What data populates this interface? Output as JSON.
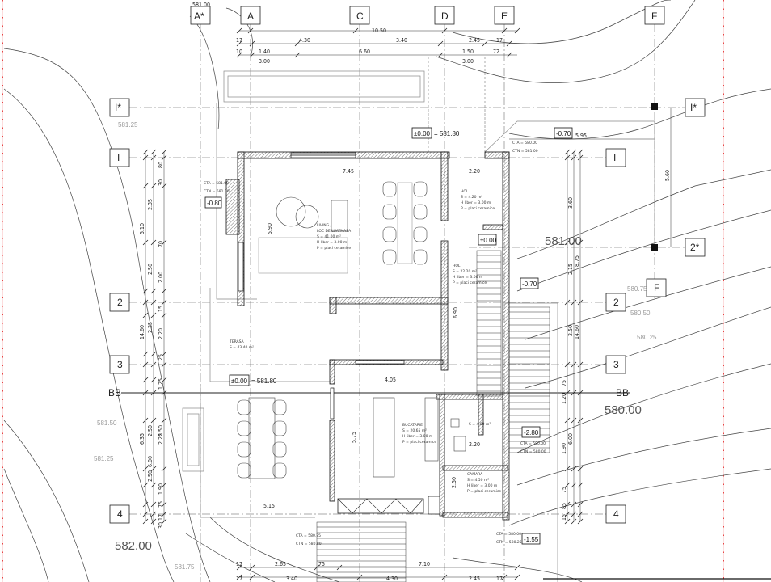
{
  "grid": {
    "cols_top": [
      "A*",
      "A",
      "C",
      "D",
      "E",
      "F"
    ],
    "rows_left": [
      "I*",
      "I",
      "2",
      "3",
      "BB",
      "4"
    ],
    "rows_right": [
      "I*",
      "I",
      "2*",
      "F",
      "2",
      "3",
      "BB",
      "4"
    ]
  },
  "top_dims": {
    "total": "10.50",
    "row1": [
      "17",
      "4.30",
      "3.40",
      "2.45",
      "17"
    ],
    "row2": [
      "10",
      "1.40",
      "6.60",
      "1.50",
      "72"
    ],
    "row3": [
      "3.00",
      "3.00"
    ],
    "header_fragment": "581.00"
  },
  "left_dims": {
    "outer": [
      "5.10",
      "14.60",
      "6.35"
    ],
    "mid": [
      "2.35",
      "2.50",
      "2.25",
      "2.50",
      "6.00",
      "2.50"
    ],
    "inner": [
      "80",
      "30",
      "70",
      "2.00",
      "15",
      "2.20",
      "25",
      "1.25",
      "2.50",
      "2.25",
      "1.90",
      "75",
      "17",
      "30"
    ]
  },
  "right_dims": {
    "outer": [
      "8.75",
      "14.60"
    ],
    "mid": [
      "3.60",
      "2.15",
      "2.50",
      "6.00"
    ],
    "inner": [
      "75",
      "1.20",
      "1.90",
      "75",
      "85",
      "15"
    ],
    "span": "5.95",
    "span_v": "5.60"
  },
  "bottom_dims": {
    "row1": [
      "17",
      "2.65",
      "75",
      "7.10"
    ],
    "row2": [
      "17",
      "3.40",
      "4.30",
      "2.45",
      "17"
    ]
  },
  "levels": [
    {
      "id": "lvl-terrace-top",
      "text": "±0.00 = 581.80"
    },
    {
      "id": "lvl-terrace-bottom",
      "text": "±0.00 = 581.80"
    },
    {
      "id": "lvl-m070-top",
      "text": "-0.70"
    },
    {
      "id": "lvl-m070-mid",
      "text": "-0.70"
    },
    {
      "id": "lvl-m080",
      "text": "-0.80"
    },
    {
      "id": "lvl-000-hall",
      "text": "±0.00"
    },
    {
      "id": "lvl-m280",
      "text": "-2.80"
    },
    {
      "id": "lvl-m155",
      "text": "-1.55"
    }
  ],
  "elevations": {
    "left_top": "581.25",
    "left_mid1": "581.50",
    "left_mid2": "581.25",
    "left_bottom": "582.00",
    "left_low": "581.75",
    "right_top": "581.00",
    "right_mid1": "580.75",
    "right_mid2": "580.50",
    "right_mid3": "580.25",
    "right_bottom": "580.00",
    "cta_top": "CTA = 580.00",
    "ctn_top": "CTN = 581.00",
    "cta_left": "CTA = 581.00",
    "ctn_left": "CTN = 581.00",
    "cta_right2": "CTA = 580.00",
    "ctn_right2": "CTN = 580.00",
    "cta_bottom": "CTA = 580.75",
    "ctn_bottom": "CTN = 580.80",
    "cta_bottom_r": "CTA = 580.00",
    "ctn_bottom_r": "CTN = 580.25"
  },
  "rooms": {
    "living": [
      "LIVING /",
      "LOC DE LUATMASA",
      "S = 41.00 m²",
      "H liber = 3.00 m",
      "P = placi ceramice"
    ],
    "hol1": [
      "HOL",
      "S = 4.20 m²",
      "H liber = 3.00 m",
      "P = placi ceramice"
    ],
    "hol2": [
      "HOL",
      "S = 22.20 m²",
      "H liber = 3.00 m",
      "P = placi ceramice"
    ],
    "terasa": [
      "TERASA",
      "S = 43.40 m²"
    ],
    "bucatarie": [
      "BUCATARIE",
      "S = 20.65 m²",
      "H liber = 3.00 m",
      "P = placi ceramice"
    ],
    "camara": [
      "CAMARA",
      "S = 4.50 m²",
      "H liber = 3.00 m",
      "P = placi ceramice"
    ],
    "bath": [
      "S = 4.80 m²"
    ]
  },
  "inner_dims": {
    "living_w": "7.45",
    "hall_w": "2.20",
    "kitchen_w": "4.05",
    "living_h": "5.90",
    "hall_h": "6.90",
    "kitchen_h": "5.75",
    "bottom_w": "5.15",
    "bath_w": "2.20",
    "cam_h": "2.50"
  }
}
